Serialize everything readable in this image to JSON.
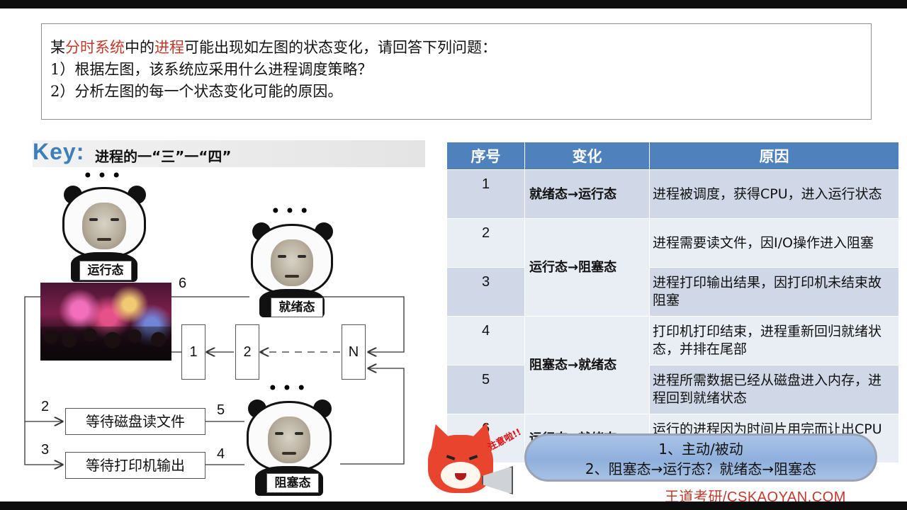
{
  "question": {
    "line1_prefix": "某",
    "line1_red1": "分时系统",
    "line1_mid": "中的",
    "line1_red2": "进程",
    "line1_suffix": "可能出现如左图的状态变化，请回答下列问题：",
    "line2": "1）根据左图，该系统应采用什么进程调度策略？",
    "line3": "2）分析左图的每一个状态变化可能的原因。"
  },
  "key": {
    "word": "Key:",
    "text": "进程的一“三”一“四”"
  },
  "diagram": {
    "running_label": "运行态",
    "ready_label": "就绪态",
    "blocked_label": "阻塞态",
    "queue": [
      "1",
      "2",
      "N"
    ],
    "wait_disk": "等待磁盘读文件",
    "wait_printer": "等待打印机输出",
    "edge_labels": {
      "e6": "6",
      "e2": "2",
      "e3": "3",
      "e5": "5",
      "e4": "4"
    }
  },
  "table": {
    "headers": [
      "序号",
      "变化",
      "原因"
    ],
    "rows": [
      {
        "no": "1",
        "change": "就绪态→运行态",
        "reason": "进程被调度，获得CPU，进入运行状态"
      },
      {
        "no": "2",
        "change": "运行态→阻塞态",
        "reason": "进程需要读文件，因I/O操作进入阻塞"
      },
      {
        "no": "3",
        "change": "",
        "reason": "进程打印输出结果，因打印机未结束故阻塞"
      },
      {
        "no": "4",
        "change": "阻塞态→就绪态",
        "reason": "打印机打印结束，进程重新回归就绪状态，并排在尾部"
      },
      {
        "no": "5",
        "change": "",
        "reason": "进程所需数据已经从磁盘进入内存，进程回到就绪状态"
      },
      {
        "no": "6",
        "change": "运行态→就绪态",
        "reason": "运行的进程因为时间片用完而让出CPU（可抢占…）"
      }
    ]
  },
  "answer": {
    "line1": "1、主动/被动",
    "line2": "2、阻塞态→运行态？就绪态→阻塞态"
  },
  "mascot_shout": "注意啦!!",
  "watermark": "王道考研/CSKAOYAN.COM"
}
